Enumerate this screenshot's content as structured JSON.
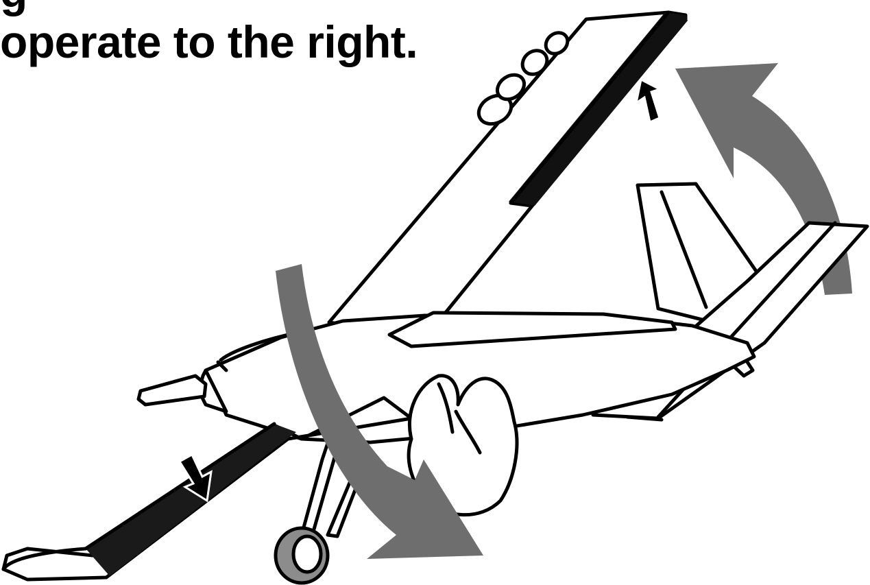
{
  "instruction": {
    "line_top": "g",
    "line_main": "operate to the right."
  },
  "colors": {
    "rotation_arrow": "#6e6e6e",
    "outline": "#000000",
    "aileron": "#1a1a1a",
    "background": "#ffffff"
  },
  "icons": {
    "roll_right_arrow": "curved-arrow-clockwise",
    "roll_down_arrow": "curved-arrow-down",
    "aileron_up_arrow": "small-arrow-up",
    "aileron_down_arrow": "small-arrow-down"
  }
}
